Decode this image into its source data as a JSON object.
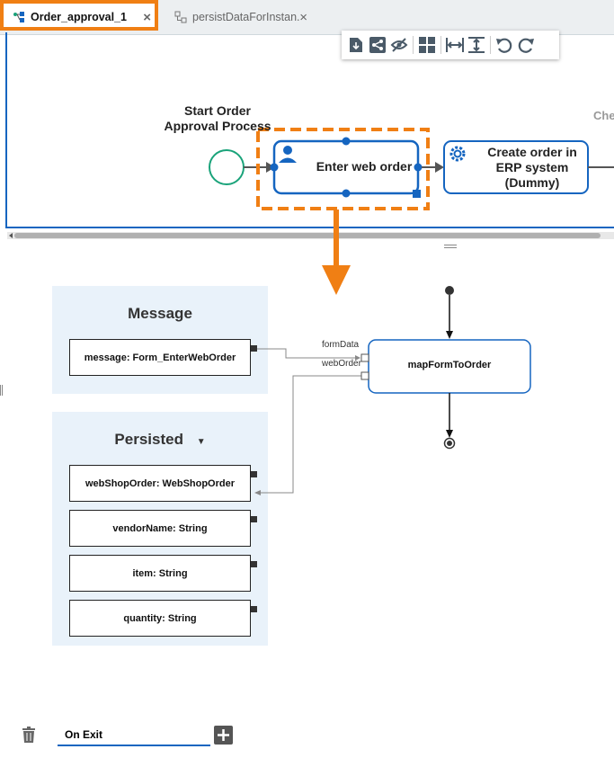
{
  "tabs": [
    {
      "label": "Order_approval_1",
      "active": true,
      "icon": "process-icon",
      "close": "×"
    },
    {
      "label": "persistDataForInstan...",
      "active": false,
      "icon": "diagram-icon",
      "close": "×"
    }
  ],
  "toolbar": {
    "buttons": [
      "export-icon",
      "share-icon",
      "hide-icon",
      "layout-icon",
      "fit-width-icon",
      "fit-height-icon",
      "undo-icon",
      "redo-icon"
    ]
  },
  "process": {
    "start_label_line1": "Start Order",
    "start_label_line2": "Approval Process",
    "task1": "Enter web order",
    "task2_line1": "Create order in",
    "task2_line2": "ERP system",
    "task2_line3": "(Dummy)",
    "partial_label": "Che"
  },
  "mapping": {
    "message_title": "Message",
    "message_vars": [
      "message: Form_EnterWebOrder"
    ],
    "persisted_title": "Persisted",
    "persisted_caret": "▼",
    "persisted_vars": [
      "webShopOrder: WebShopOrder",
      "vendorName: String",
      "item: String",
      "quantity: String"
    ],
    "function_name": "mapFormToOrder",
    "inputs": [
      "formData",
      "webOrder"
    ]
  },
  "bottom": {
    "tab_label": "On Exit",
    "delete_icon": "trash-icon",
    "add_icon": "plus-icon"
  },
  "colors": {
    "accent": "#f07f14",
    "primary": "#1565c0",
    "start_event": "#1aa37a"
  }
}
